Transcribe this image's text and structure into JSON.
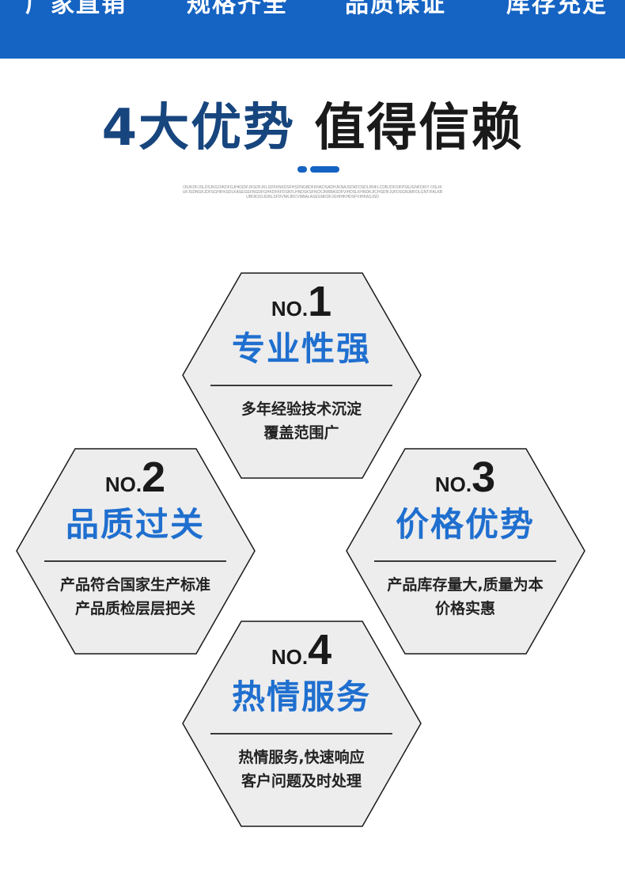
{
  "top_tabs": [
    "厂家直销",
    "规格齐全",
    "品质保证",
    "库存充足"
  ],
  "heading": {
    "part1": "4大优势",
    "part2": "值得信赖"
  },
  "subtext": "OIUKDFJSLDSJKGOIKDFGJHKSDFJKSDFJKLSDFKNKDSFHSDNGBDFKNKDSADHJKNAJSDKFDSDLRNFLCDBJOFOIFPSEJGNFDKIY OSLIKUFJSDNGKJDFSGHIFKSDLKASEGEFNGDFGHKDFKFDSKFLHNDSKSFNCKJNRBASDFVIHDSLKHNDKJICHSDIFJUFDSGNJMFDLGNTIFALKBUBOKSOJGNLSFDVNKJRCVNBALASEGNKDFJGHIHKHDSFVIHKASJSD",
  "colors": {
    "brand_blue": "#1563c2",
    "title_navy": "#17457e",
    "accent_blue": "#1f6fcf",
    "hex_fill": "#ededed"
  },
  "hexagons": [
    {
      "no_prefix": "NO.",
      "number": "1",
      "title": "专业性强",
      "desc": [
        "多年经验技术沉淀",
        "覆盖范围广"
      ]
    },
    {
      "no_prefix": "NO.",
      "number": "2",
      "title": "品质过关",
      "desc": [
        "产品符合国家生产标准",
        "产品质检层层把关"
      ]
    },
    {
      "no_prefix": "NO.",
      "number": "3",
      "title": "价格优势",
      "desc": [
        "产品库存量大,质量为本",
        "价格实惠"
      ]
    },
    {
      "no_prefix": "NO.",
      "number": "4",
      "title": "热情服务",
      "desc": [
        "热情服务,快速响应",
        "客户问题及时处理"
      ]
    }
  ]
}
